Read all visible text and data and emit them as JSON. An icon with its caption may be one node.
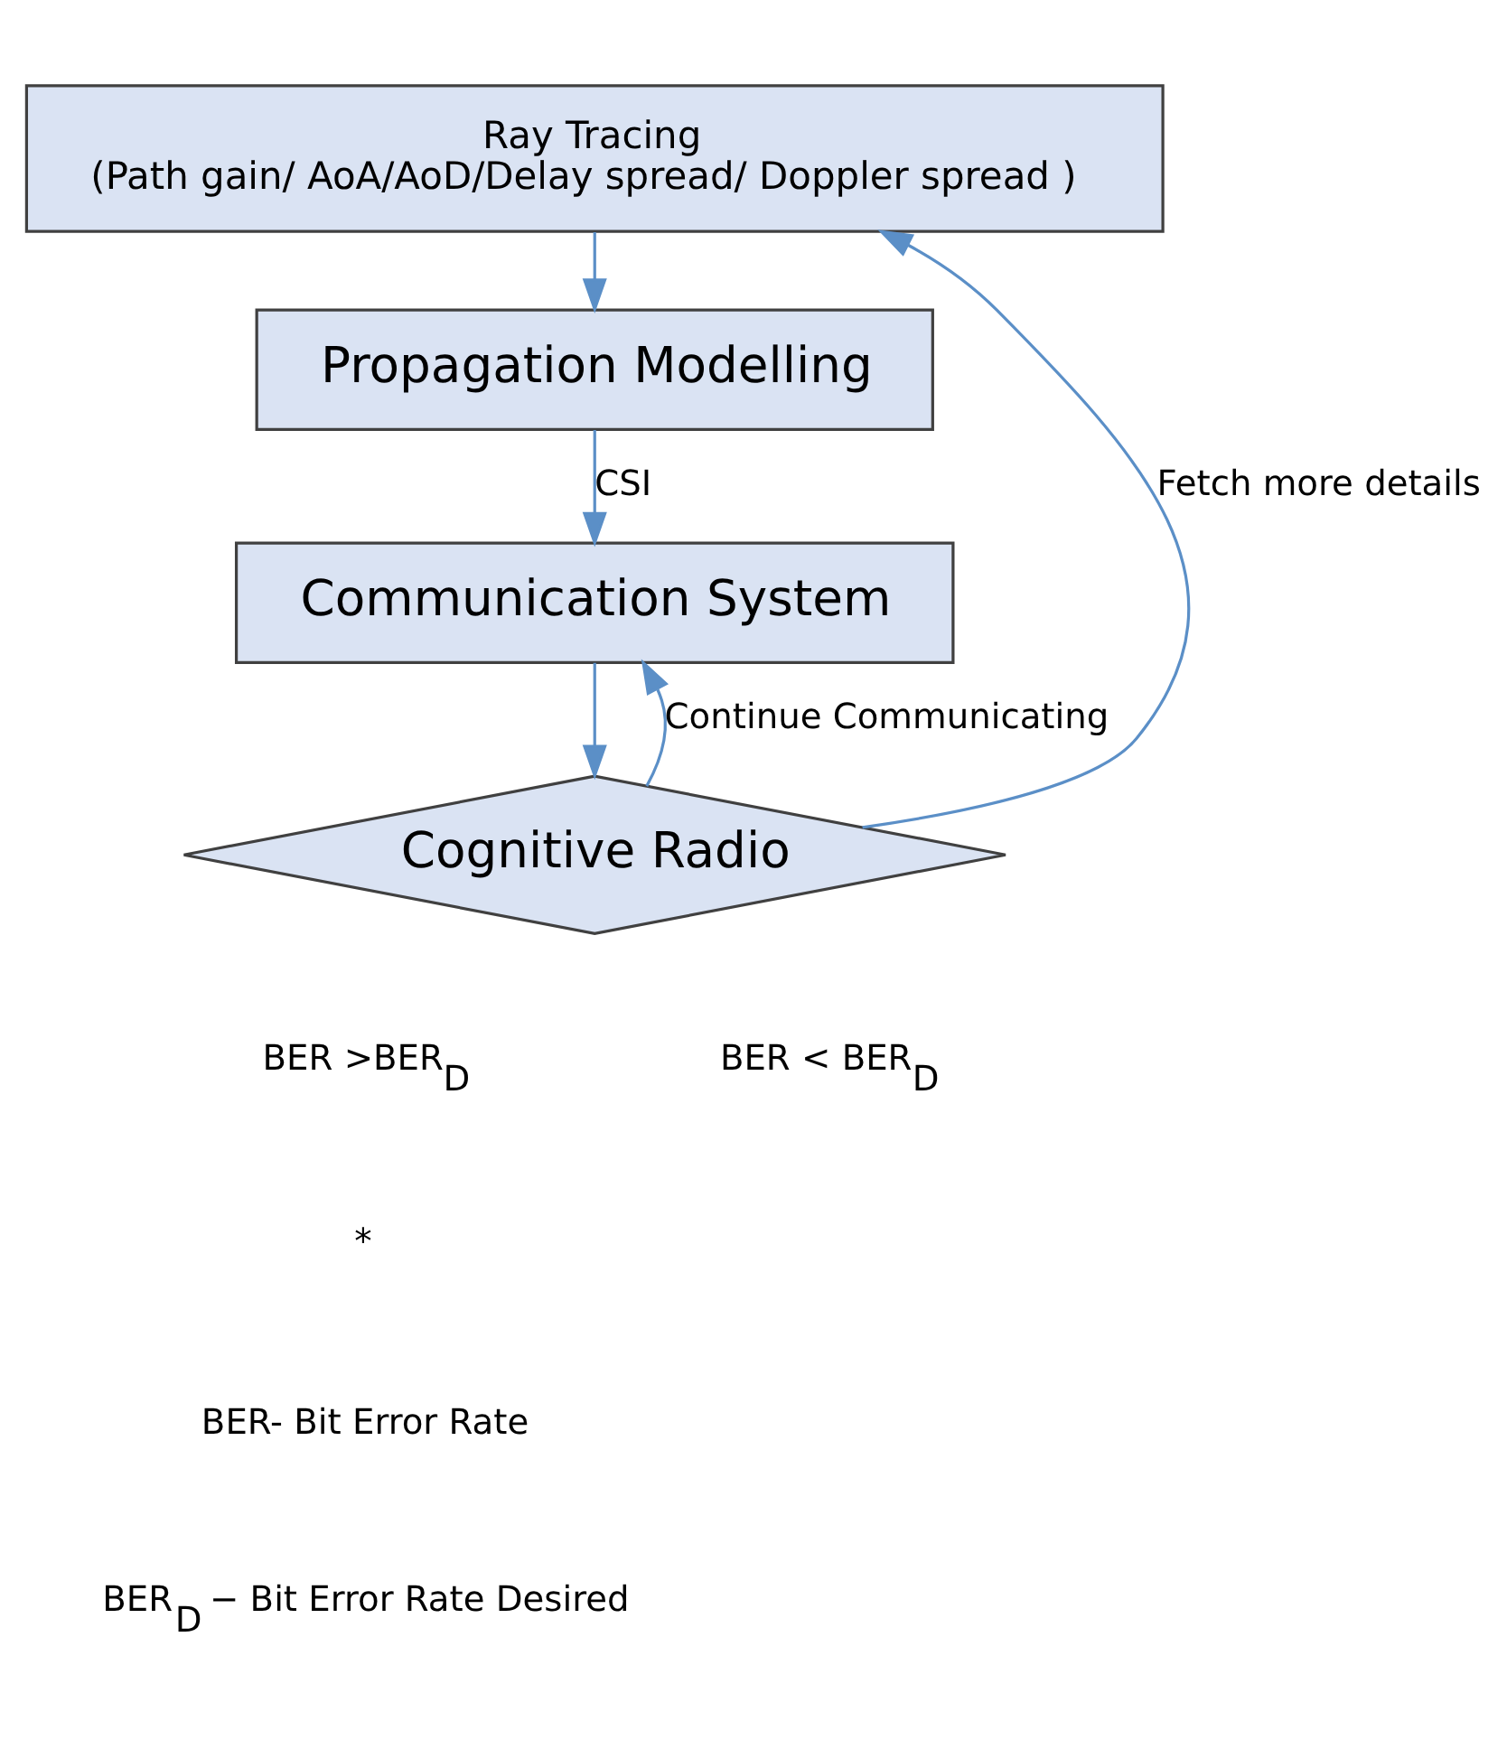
{
  "diagram": {
    "nodes": [
      {
        "text": [
          "Ray Tracing",
          "(Path gain/ AoA/AoD/Delay spread/ Doppler spread )"
        ]
      },
      {
        "text": [
          "Propagation Modelling"
        ]
      },
      {
        "text": [
          "Communication System"
        ]
      },
      {
        "text": [
          "Cognitive Radio"
        ]
      }
    ],
    "edges": [
      {
        "from": 0,
        "to": 1,
        "arrow": "to"
      },
      {
        "from": 1,
        "to": 2,
        "arrow": "to",
        "label": "CSI"
      },
      {
        "from": 2,
        "to": 3,
        "arrow": "to"
      },
      {
        "from": 3,
        "to": 0,
        "arrow": "to",
        "label": "Fetch more details"
      },
      {
        "from": 3,
        "to": 2,
        "arrow": "to",
        "label": "Continue Communicating"
      }
    ],
    "labels": [
      "BER >BER$_{D}$",
      "BER < BER$_{D}$",
      "*",
      "BER- Bit Error Rate",
      "BER$_{D}$ − Bit Error Rate Desired"
    ]
  }
}
